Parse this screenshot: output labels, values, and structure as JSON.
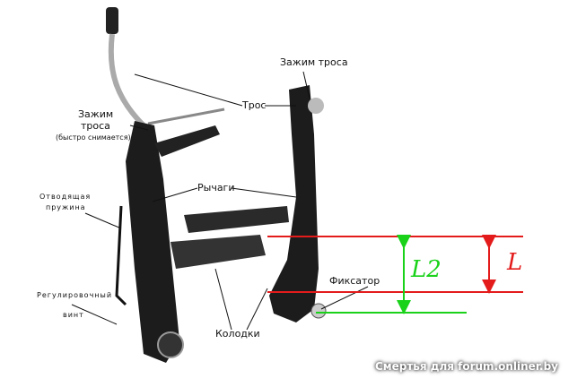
{
  "labels": {
    "cable_clamp_right": "Зажим троса",
    "cable": "Трос",
    "cable_clamp_left_line1": "Зажим",
    "cable_clamp_left_line2": "троса",
    "cable_clamp_left_note": "(быстро снимается)",
    "levers": "Рычаги",
    "return_spring_line1": "Отводящая",
    "return_spring_line2": "пружина",
    "adjust_screw_line1": "Регулировочный",
    "adjust_screw_line2": "винт",
    "pads": "Колодки",
    "fixer": "Фиксатор"
  },
  "dimensions": {
    "l2": "L2",
    "l": "L"
  },
  "colors": {
    "red": "#e41b1b",
    "green": "#19d219",
    "brake": "#1c1c1c"
  },
  "watermark": "Смертья для forum.onliner.by"
}
